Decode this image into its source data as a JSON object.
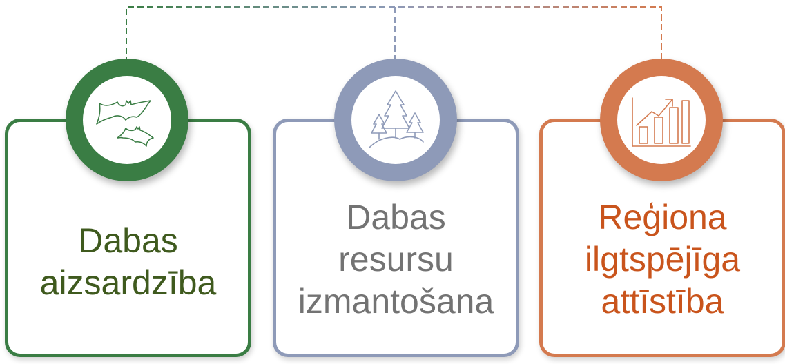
{
  "colors": {
    "green": "#3a7d44",
    "blue_grey": "#8e9ab8",
    "orange": "#d47a4f",
    "green_text": "#3f5a1e",
    "grey_text": "#737373",
    "orange_text": "#c9541c"
  },
  "cards": [
    {
      "lines": [
        "Dabas",
        "aizsardzība"
      ],
      "icon": "bats-icon"
    },
    {
      "lines": [
        "Dabas",
        "resursu",
        "izmantošana"
      ],
      "icon": "forest-trees-icon"
    },
    {
      "lines": [
        "Reģiona",
        "ilgtspējīga",
        "attīstība"
      ],
      "icon": "growth-chart-icon"
    }
  ]
}
